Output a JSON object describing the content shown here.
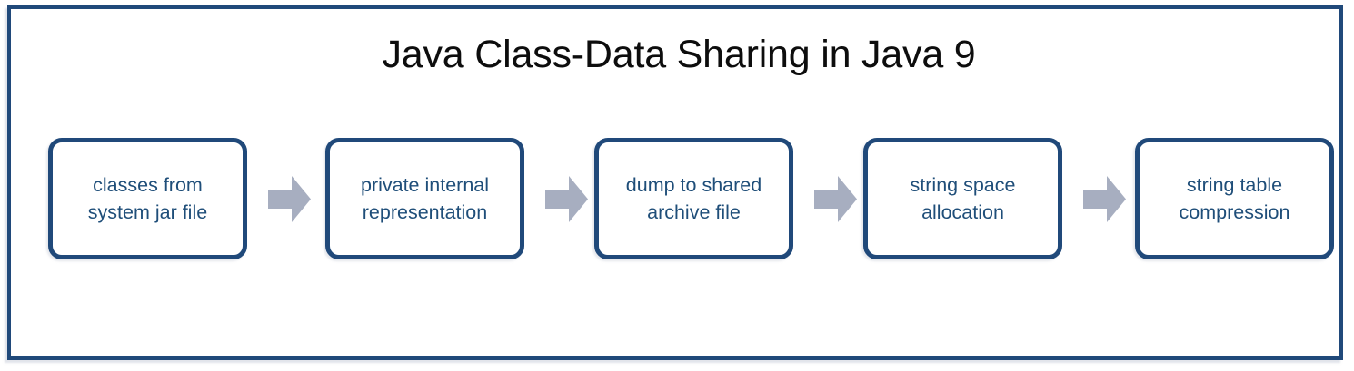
{
  "diagram": {
    "title": "Java Class-Data Sharing in Java 9",
    "frame_color": "#20497a",
    "box_border_color": "#20497a",
    "box_text_color": "#1f4e79",
    "arrow_color": "#a7aec0",
    "title_color": "#0d0d0d",
    "background_color": "#ffffff",
    "steps": [
      {
        "line1": "classes from",
        "line2": "system jar file"
      },
      {
        "line1": "private internal",
        "line2": "representation"
      },
      {
        "line1": "dump to shared",
        "line2": "archive file"
      },
      {
        "line1": "string space",
        "line2": "allocation"
      },
      {
        "line1": "string table",
        "line2": "compression"
      }
    ],
    "arrows": [
      {
        "icon": "right-block-arrow-icon"
      },
      {
        "icon": "right-block-arrow-icon"
      },
      {
        "icon": "right-block-arrow-icon"
      },
      {
        "icon": "right-block-arrow-icon"
      }
    ]
  }
}
